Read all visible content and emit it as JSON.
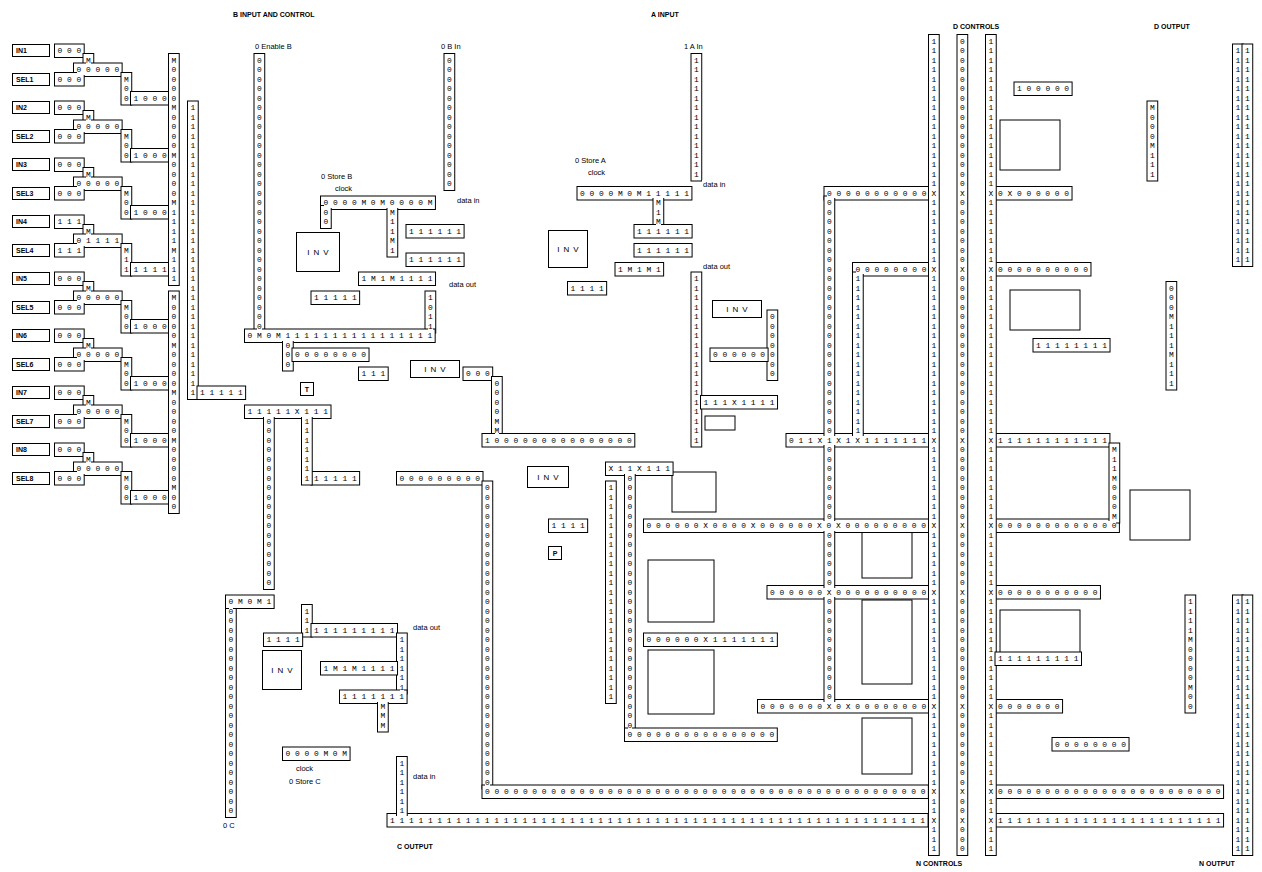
{
  "diagram": {
    "nodes": [
      {
        "text": [
          "IN1"
        ]
      },
      {
        "text": [
          "SEL1"
        ]
      },
      {
        "text": [
          "IN2"
        ]
      },
      {
        "text": [
          "SEL2"
        ]
      },
      {
        "text": [
          "IN3"
        ]
      },
      {
        "text": [
          "SEL3"
        ]
      },
      {
        "text": [
          "IN4"
        ]
      },
      {
        "text": [
          "SEL4"
        ]
      },
      {
        "text": [
          "IN5"
        ]
      },
      {
        "text": [
          "SEL5"
        ]
      },
      {
        "text": [
          "IN6"
        ]
      },
      {
        "text": [
          "SEL6"
        ]
      },
      {
        "text": [
          "IN7"
        ]
      },
      {
        "text": [
          "SEL7"
        ]
      },
      {
        "text": [
          "IN8"
        ]
      },
      {
        "text": [
          "SEL8"
        ]
      },
      {
        "text": [
          "INV"
        ]
      },
      {
        "text": [
          "INV"
        ]
      },
      {
        "text": [
          "INV"
        ]
      },
      {
        "text": [
          "T"
        ]
      },
      {
        "text": [
          "INV"
        ]
      },
      {
        "text": [
          "INV"
        ]
      },
      {
        "text": [
          "P"
        ]
      },
      {
        "text": [
          "INV"
        ]
      }
    ],
    "labels": [
      "B INPUT AND CONTROL",
      "A INPUT",
      "D CONTROLS",
      "D OUTPUT",
      "0 Enable B",
      "0 B In",
      "1 A In",
      "0 Store B",
      "clock",
      "data in",
      "data out",
      "0 Store A",
      "clock",
      "data in",
      "data out",
      "data out",
      "clock",
      "0 Store C",
      "data in",
      "0 C",
      "C OUTPUT",
      "N CONTROLS",
      "N OUTPUT",
      "0 0 0",
      "M",
      "0 0 0 0 0",
      "0 0 0",
      "M 0 0",
      "1 0 0 0",
      "0 0 0",
      "M",
      "0 0 0 0 0",
      "0 0 0",
      "M 0 0",
      "1 0 0 0",
      "0 0 0",
      "M",
      "0 0 0 0 0",
      "0 0 0",
      "M 0 0",
      "1 0 0 0",
      "1 1 1",
      "M",
      "0 1 1 1 1",
      "1 1 1",
      "M 1 1",
      "1 1 1 1",
      "0 0 0",
      "M",
      "0 0 0 0 0",
      "0 0 0",
      "M 0 0",
      "1 0 0 0",
      "0 0 0",
      "M",
      "0 0 0 0 0",
      "0 0 0",
      "M 0 0",
      "1 0 0 0",
      "0 0 0",
      "M",
      "0 0 0 0 0",
      "0 0 0",
      "M 0 0",
      "1 0 0 0",
      "0 0 0",
      "M",
      "0 0 0 0 0",
      "0 0 0",
      "M 0 0",
      "1 0 0 0",
      "M 0 0 0 0 M 0 0 0 0 M 0 0 0 0 M 1 1 1 1 M 1 1 1",
      "1 1 1 1 1 1 1 1 1 1 1 1 1 1 1 1 1 1 1 1 1 1 1 1 1 1 1 1 1 1 1",
      "M 0 0 0 0 M 0 0 0 0 M 0 0 0 0 M 0 0 0 0 M 0 0",
      "1 1 1 1 1",
      "1 1 1 1 1 X 1 1 1",
      "0 0 0 0 0 0 0 0 0 0 0 0 0 0 0 0 0 0",
      "0 0 0 0 0 0 0 0 0 0 0 0 0 0 0 0 0 0 0 0 0 0",
      "0 0 0 0 0 0 0 0 0 0 0 0 0 0 0 0 0 0 0 0 0 0 0 0 0 0 0 0 0",
      "0 0 0 0 0 0 0 0 0 0 0 0 0 0",
      "0 0 0 0 M 0 M 0 0 0 0 M",
      "0 0",
      "1 1 1 1 1",
      "M 1 1 M 1",
      "1 1 1 1 1 1",
      "1 1 1 1 1 1",
      "1 M 1 M 1 1 1 1",
      "1 0 1 1",
      "0 M 0 M 1 1 1 1 1 1 1 1 1 1 1 1 1 1 1 1",
      "0 0 0",
      "0 0 0 0 0 0 0 0",
      "1 1 1",
      "0 0 0",
      "0 0 0 0 M M",
      "1 0 0 0 0 0 0 0 0 0 0 0 0 0 0 0",
      "0 0 0 0 0 0 0 0 0",
      "0 0 0 0 0 0 0 0 0 0 0 0 0 0 0 0 0 0 0 0 0 0 0 0 0 0 0 0 0 0 0 0",
      "0 0 0 0 0 0 0 0 0 0 0 0 0 0 0 0 0 0 0 0 0 0 0 0 0 0 0 0 0 0 0 0 0 0 0 0 0 0 0 0 0 0 0 0 0 0 0",
      "1 1 1 1 1 1 1 1 1 1 1 1 1 1 1 1 1 1 1 1 1 1 1 1 1 1 1 1 1 1 1 1 1 1 1 1 1 1 1 1 1 1 1 1 1 1 1 1 1 1 1 1 1 1 1 1 1",
      "1 1 1 1 1",
      "1 1 1 1 1 1 1",
      "0 M 0 M 1",
      "1 1 1",
      "1 1 1 1 1 1 1 1 1",
      "1 1 1 1 1 1",
      "1 1 1 1",
      "1 M 1 M 1 1 1 1",
      "1 1 1 1 1 1 1",
      "M M M",
      "0 0 0 0 M 0 M",
      "1 1 1 1 1 1",
      "1 1 1 1 1 1 1 1 1 1 1 1 1",
      "0 0 0 0 M 0 M 1 1 1 1 1",
      "M 1 M",
      "1 1 1 1 1 1",
      "1 1 1 1 1 1",
      "1 M 1 M 1",
      "1 1 1 1",
      "1 1 1 1 1 1 1 1 1 1 1 1 1 1 1 1 1 1",
      "0 0 0 0 0 0 0",
      "0 0 0 0 0 0",
      "1 1 1 X 1 1 1 1",
      "0 1 1 X 1 X 1 X 1 1 1 1 1 1 1",
      "X 1 1 X 1 1 1",
      "1 1 1 1",
      "1 1 1 1 1 1 1 1 1 1 1 1 1 1 1 1 1 1 1 1 1 1 1",
      "0 0 0 0 0 0 0 0 0 0 0 0 0 0 0 0 0 0 0 0 0 0 0 0 0 0 0",
      "0 0 0 0 0 0 X 0 0 0 0 X 0 0 0 0 0 0 X 0 X 0 0 0 0 0 0 0 0 0",
      "0 0 0 0 0 0 X 1 1 1 1 1 1 1",
      "0 0 0 0 0 0 0 0 0 0 0 0 0 0 0 0",
      "0 0 0 0 0 0 0 X 0 X 0 0 0 0 0 0 0 0",
      "0 0 0 0 0 0 0 0 0 0 0",
      "0 X 0 0 0 0 0 0",
      "0 0 0 0 0 0 0 0",
      "0 0 0 0 0 0 0 0 0 0",
      "1 1 1 1 1 1 1 1 1 1 1 1",
      "0 0 0 0 0 0 0 0 0 0 0 0 0",
      "0 0 0 0 0 0 X 0 0 0 0 0 0 0 0 0 0",
      "0 0 0 0 0 0 0 0 0 0 0",
      "0 0 0 0 0 0 0",
      "0 0 0 0 0 0 0 0 0 0 0 0 0 0 0 0 0 0 0 0 0 0 0 0",
      "1 1 1 1 1 1 1 1 1 1 1 1 1 1 1 1 1 1 1 1 1 1 1 1",
      "1 1 1 1 1 1 1 1 1 1 1 1 1 1 1 1 X 1 1 1 1 1 1 1 X 1 1 1 1 1 1 1 1 1 1 1 1 1 1 1 1 1 X 1 1 1 1 1 1 1 1 X 1 1 1 1 1 1 X 1 1 1 1 1 1 1 1 1 1 1 X 1 1 1 1 1 1 1 1 X 1 1 X 1 1 1",
      "0 0 0 0 0 0 0 0 0 0 0 0 0 0 0 0 X 0 0 0 0 0 0 0 X 0 0 0 0 0 0 0 0 0 0 0 0 0 0 0 0 0 X 0 0 0 0 0 0 0 0 X 0 0 0 0 0 0 X 0 0 0 0 0 0 0 0 0 0 0 X 0 0 0 0 0 0 0 0 X 0 0 X 0 0 0",
      "1 1 1 1 1 1 1 1 1 1 1 1 1 1 1 1 X 1 1 1 1 1 1 1 X 1 1 1 1 1 1 1 1 1 1 1 1 1 1 1 1 1 X 1 1 1 1 1 1 1 1 X 1 1 1 1 1 1 X 1 1 1 1 1 1 1 1 1 1 1 X 1 1 1 1 1 1 1 1 X 1 1 X 1 1 1",
      "1 1 1 1 1 1 1 1 1 1 1 1 1 1 1 1 1 1 1 1 1 1 1",
      "1 1 1 1 1 1 1 1 1 1 1 1 1 1 1 1 1 1 1 1 1 1 1",
      "1 1 1 1 1 1 1 1 1 1 1 1 1 1 1 1 1 1 1 1 1 1 1 1 1 1 1",
      "1 1 1 1 1 1 1 1 1 1 1 1 1 1 1 1 1 1 1 1 1 1 1 1 1 1 1",
      "0 0 0 M 1 1 1 M 1 1 1",
      "M 1 1 M 0 0 0 M",
      "1 1 1 1 M 0 0 0 0 M 0 0",
      "M 0 0 0 M 1 1 1",
      "0 0 0 0 0 0 0 0 0 0 0 0 0 0 0 0 0 0 0 0 0 0 0 0 0",
      "0 0 0 0 0 0 0 0",
      "0 0 0 0 0 0",
      "0 0 0 0 0 0 0 0 0 0 0",
      "1 1 1 1 1 1 1 1 1 1 1 1 1 1 1 1 1",
      "1 0 0 0 0 0",
      "1 1 1 1 1 1 1 1",
      "1 1 1 1 1 1 1 1 1",
      "0 0 0 0 0 0 0 0"
    ]
  }
}
